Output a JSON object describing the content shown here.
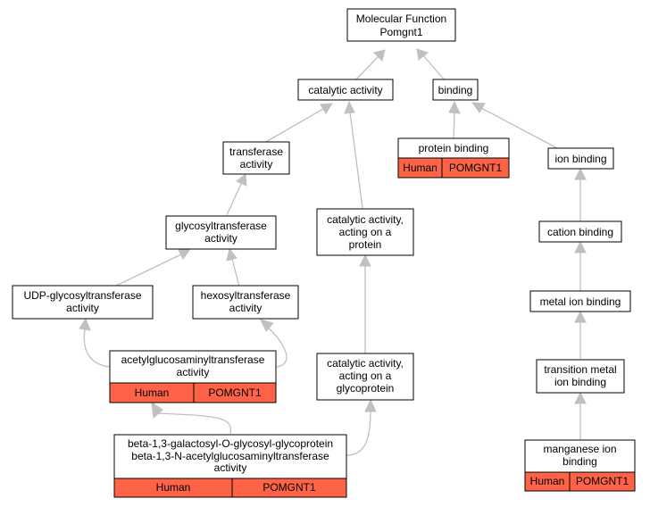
{
  "nodes": {
    "root": {
      "lines": [
        "Molecular Function",
        "Pomgnt1"
      ]
    },
    "catalytic": {
      "lines": [
        "catalytic activity"
      ]
    },
    "binding": {
      "lines": [
        "binding"
      ]
    },
    "transferase": {
      "lines": [
        "transferase",
        "activity"
      ]
    },
    "protein_binding": {
      "lines": [
        "protein binding"
      ],
      "tags": [
        "Human",
        "POMGNT1"
      ]
    },
    "ion_binding": {
      "lines": [
        "ion binding"
      ]
    },
    "glycosyl": {
      "lines": [
        "glycosyltransferase",
        "activity"
      ]
    },
    "cat_protein": {
      "lines": [
        "catalytic activity,",
        "acting on a",
        "protein"
      ]
    },
    "cation_binding": {
      "lines": [
        "cation binding"
      ]
    },
    "udp_glyco": {
      "lines": [
        "UDP-glycosyltransferase",
        "activity"
      ]
    },
    "hexosyl": {
      "lines": [
        "hexosyltransferase",
        "activity"
      ]
    },
    "metal_ion": {
      "lines": [
        "metal ion binding"
      ]
    },
    "acetylgluco": {
      "lines": [
        "acetylglucosaminyltransferase",
        "activity"
      ],
      "tags": [
        "Human",
        "POMGNT1"
      ]
    },
    "cat_glycoprotein": {
      "lines": [
        "catalytic activity,",
        "acting on a",
        "glycoprotein"
      ]
    },
    "transition_metal": {
      "lines": [
        "transition metal",
        "ion binding"
      ]
    },
    "beta13": {
      "lines": [
        "beta-1,3-galactosyl-O-glycosyl-glycoprotein",
        "beta-1,3-N-acetylglucosaminyltransferase",
        "activity"
      ],
      "tags": [
        "Human",
        "POMGNT1"
      ]
    },
    "manganese": {
      "lines": [
        "manganese ion",
        "binding"
      ],
      "tags": [
        "Human",
        "POMGNT1"
      ]
    }
  }
}
